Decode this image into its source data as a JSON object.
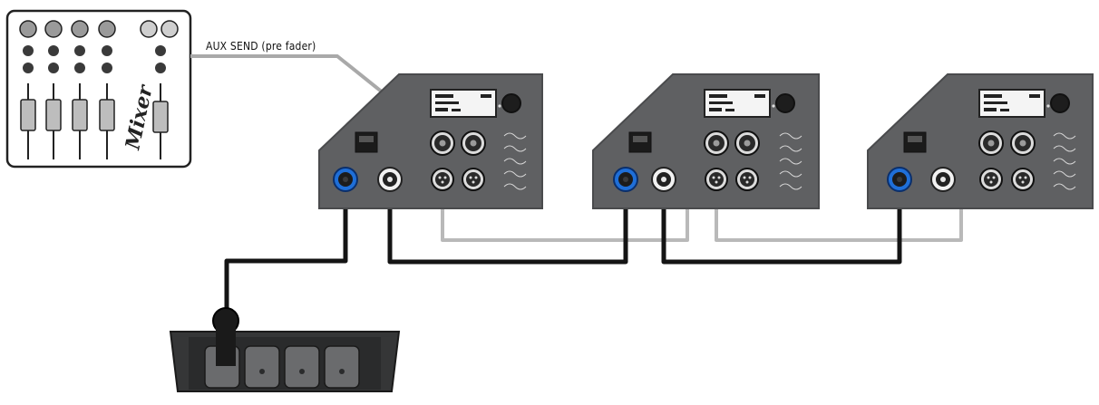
{
  "diagram": {
    "cable_label": "AUX SEND (pre fader)",
    "mixer_label": "Mixer",
    "colors": {
      "panel": "#5f6062",
      "panel_edge": "#4a4b4d",
      "lcd": "#f4f4f4",
      "power_out_cable": "#141414",
      "signal_cable": "#b9b9b9",
      "power_in_connector": "#1f6fd8"
    },
    "speakers": [
      {
        "id": "speaker-1",
        "receives_from": "mixer-aux-send"
      },
      {
        "id": "speaker-2",
        "receives_from": "speaker-1-link-out"
      },
      {
        "id": "speaker-3",
        "receives_from": "speaker-2-link-out"
      }
    ],
    "power_distributor": {
      "sockets": 4
    }
  }
}
